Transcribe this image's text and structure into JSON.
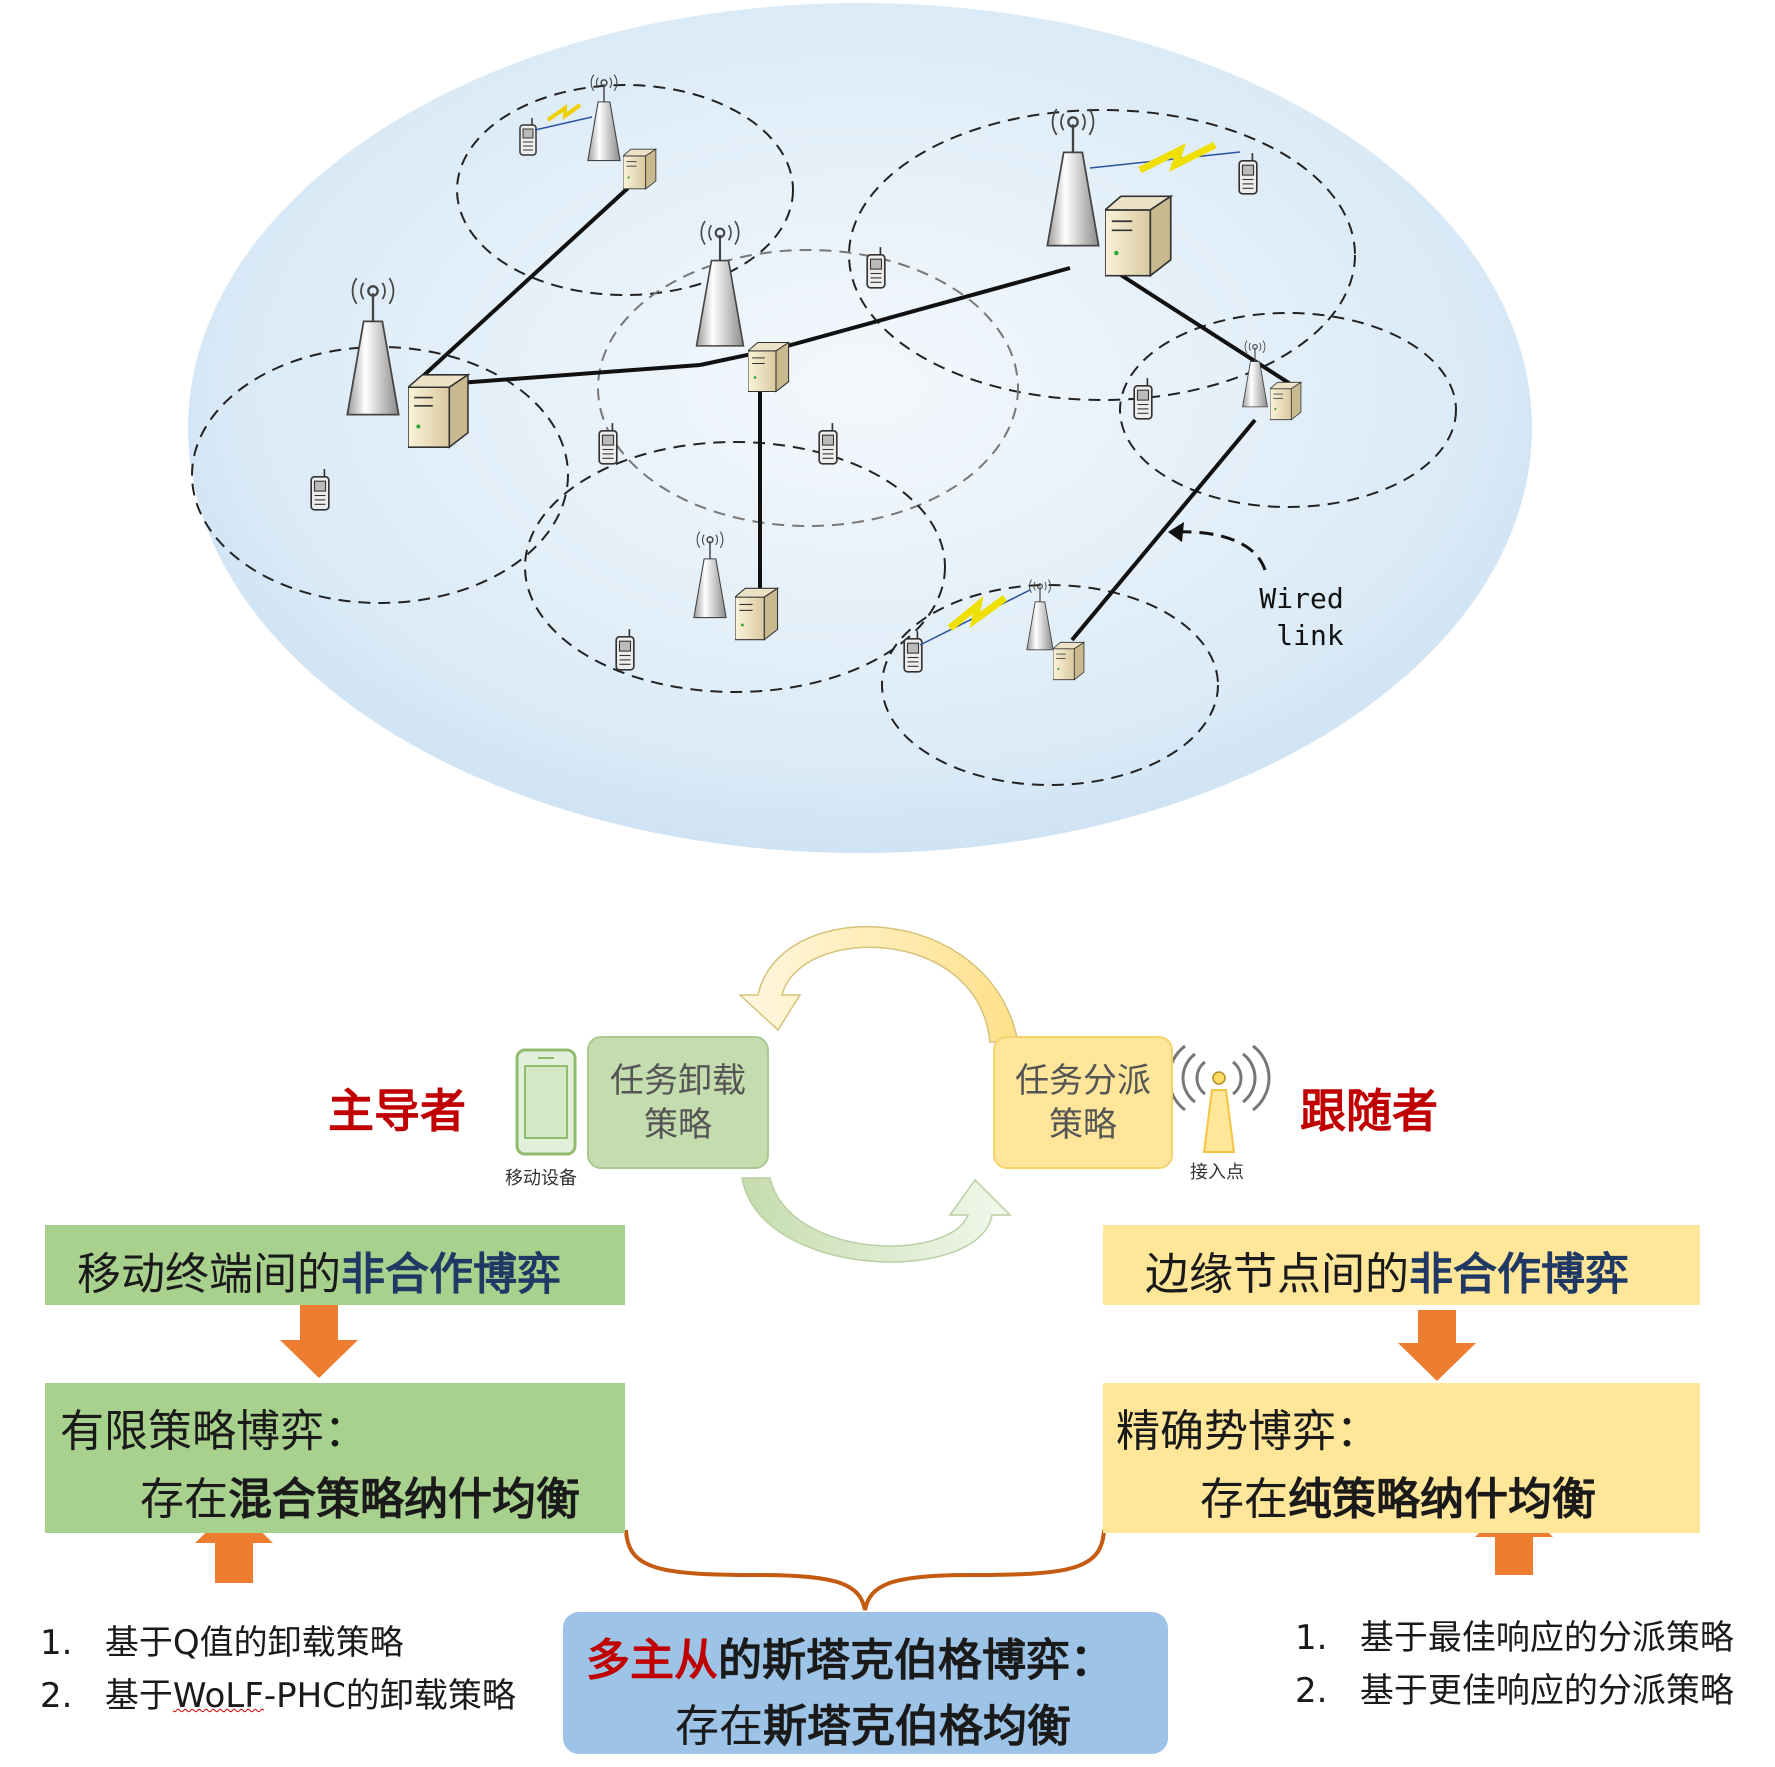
{
  "network": {
    "wired_link_label": "Wired\nlink",
    "wired_link_label_line1": "Wired",
    "wired_link_label_line2": "link"
  },
  "game": {
    "leader_label": "主导者",
    "follower_label": "跟随者",
    "leader_strategy": "任务卸载\n策略",
    "follower_strategy": "任务分派\n策略",
    "mobile_device_caption": "移动设备",
    "access_point_caption": "接入点"
  },
  "left_panel": {
    "game_prefix": "移动终端间的",
    "game_bold": "非合作博弈",
    "finite_title": "有限策略博弈：",
    "exist_prefix": "存在",
    "exist_bold": "混合策略纳什均衡",
    "methods": [
      "基于Q值的卸载策略",
      "基于WoLF-PHC的卸载策略"
    ],
    "method2_prefix": "基于",
    "method2_underlined": "WoLF",
    "method2_suffix": "-PHC的卸载策略"
  },
  "right_panel": {
    "game_prefix": "边缘节点间的",
    "game_bold": "非合作博弈",
    "exact_title": "精确势博弈：",
    "exist_prefix": "存在",
    "exist_bold": "纯策略纳什均衡",
    "methods": [
      "基于最佳响应的分派策略",
      "基于更佳响应的分派策略"
    ]
  },
  "center_box": {
    "red_part": "多主从",
    "navy_part": "的斯塔克伯格博弈：",
    "exist_prefix": "存在",
    "exist_bold": "斯塔克伯格均衡"
  },
  "colors": {
    "green_box": "#a9d18e",
    "yellow_box": "#ffe699",
    "blue_box": "#9dc3e6",
    "orange_arrow": "#ed7d31",
    "navy_text": "#1f3864",
    "red_text": "#c00000",
    "ellipse_fill": "#dcebf7"
  },
  "icons": [
    "base-station-icon",
    "server-icon",
    "mobile-phone-icon",
    "lightning-icon",
    "antenna-icon",
    "smartphone-icon"
  ]
}
